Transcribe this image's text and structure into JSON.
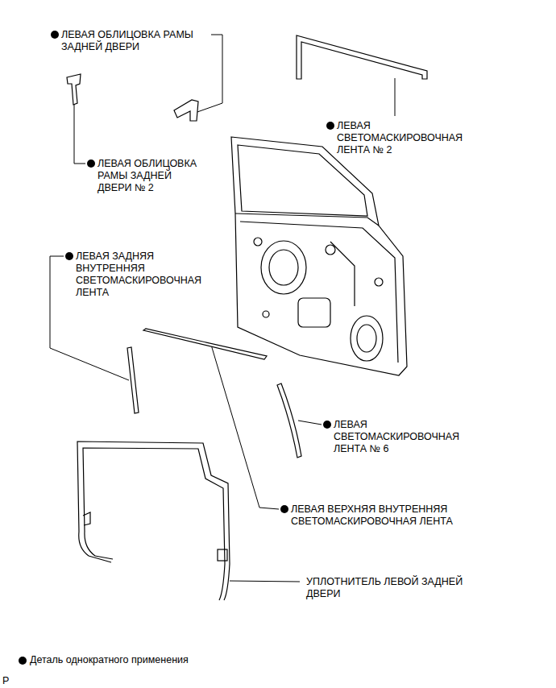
{
  "diagram": {
    "labels": [
      "ЛЕВАЯ ОБЛИЦОВКА РАМЫ ЗАДНЕЙ ДВЕРИ",
      "ЛЕВАЯ СВЕТОМАСКИРОВОЧНАЯ ЛЕНТА № 2",
      "ЛЕВАЯ ОБЛИЦОВКА РАМЫ ЗАДНЕЙ ДВЕРИ № 2",
      "ЛЕВАЯ ЗАДНЯЯ ВНУТРЕННЯЯ СВЕТОМАСКИРОВОЧНАЯ ЛЕНТА",
      "ЛЕВАЯ СВЕТОМАСКИРОВОЧНАЯ ЛЕНТА № 6",
      "ЛЕВАЯ ВЕРХНЯЯ ВНУТРЕННЯЯ СВЕТОМАСКИРОВОЧНАЯ ЛЕНТА",
      "УПЛОТНИТЕЛЬ ЛЕВОЙ ЗАДНЕЙ ДВЕРИ",
      "P"
    ],
    "legend": [
      {
        "text": "Деталь однократного применения"
      }
    ]
  }
}
